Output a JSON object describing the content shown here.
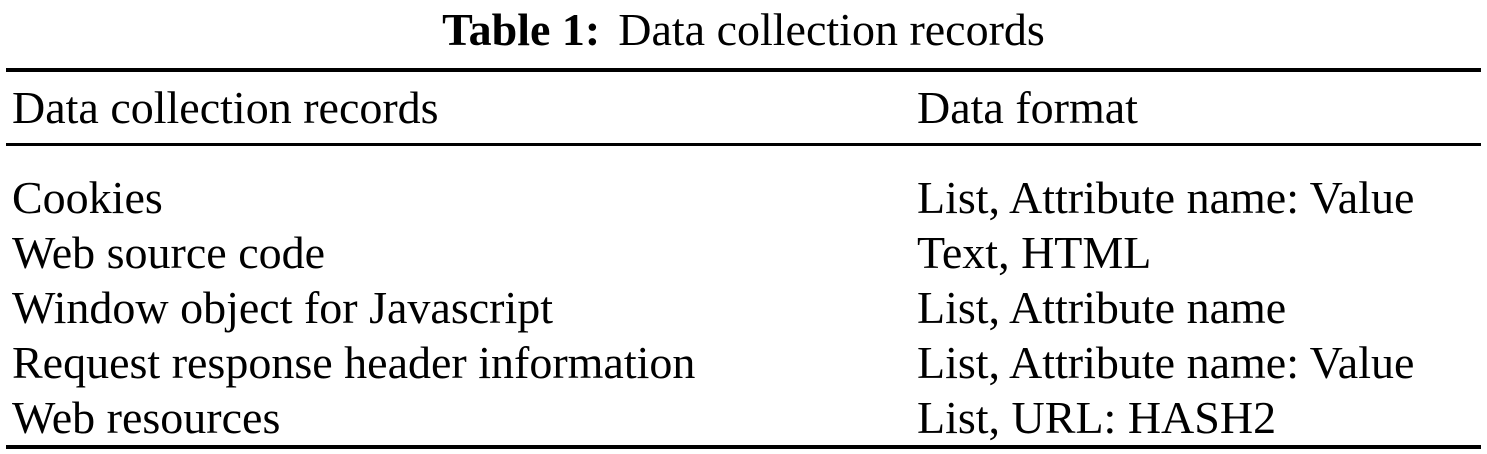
{
  "caption": {
    "label": "Table 1:",
    "title": "Data collection records"
  },
  "table": {
    "headers": {
      "records": "Data collection records",
      "format": "Data format"
    },
    "rows": [
      {
        "record": "Cookies",
        "format": "List, Attribute name: Value"
      },
      {
        "record": "Web source code",
        "format": "Text, HTML"
      },
      {
        "record": "Window object for Javascript",
        "format": "List, Attribute name"
      },
      {
        "record": "Request response header information",
        "format": "List, Attribute name: Value"
      },
      {
        "record": "Web resources",
        "format": "List, URL: HASH2"
      }
    ]
  },
  "colors": {
    "text": "#000000",
    "background": "#ffffff",
    "rule": "#000000"
  }
}
